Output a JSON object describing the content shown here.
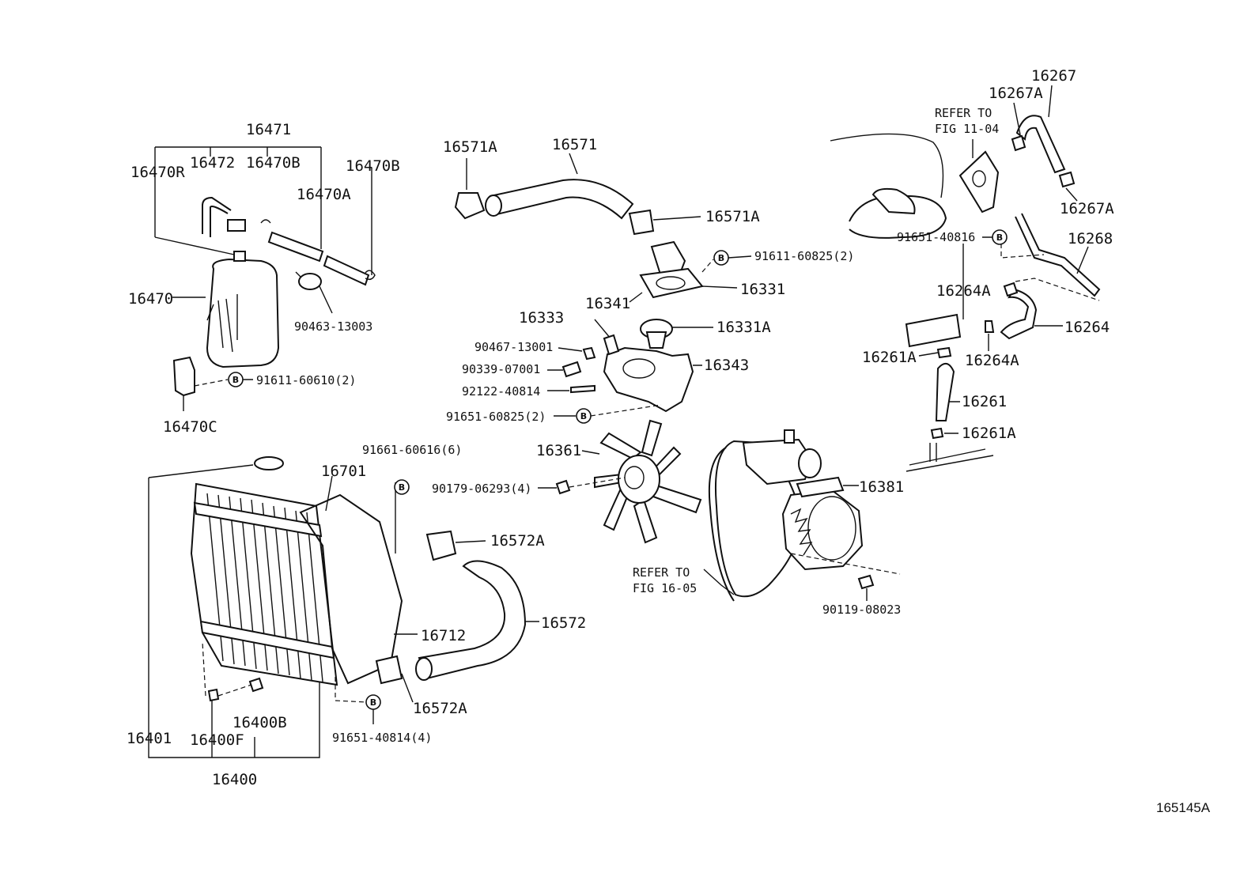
{
  "labels": {
    "l16471": "16471",
    "l16470R": "16470R",
    "l16472": "16472",
    "l16470B_1": "16470B",
    "l16470B_2": "16470B",
    "l16470A": "16470A",
    "l16470": "16470",
    "l90463_13003": "90463-13003",
    "l91611_60610": "91611-60610(2)",
    "l16470C": "16470C",
    "l16571A_1": "16571A",
    "l16571": "16571",
    "l16571A_2": "16571A",
    "l91611_60825": "91611-60825(2)",
    "l16331": "16331",
    "l16341": "16341",
    "l16333": "16333",
    "l16331A": "16331A",
    "l90467_13001": "90467-13001",
    "l90339_07001": "90339-07001",
    "l92122_40814": "92122-40814",
    "l16343": "16343",
    "l91651_60825": "91651-60825(2)",
    "l16361": "16361",
    "l90179_06293": "90179-06293(4)",
    "l_refer_1605_a": "REFER TO",
    "l_refer_1605_b": "FIG 16-05",
    "l16381": "16381",
    "l90119_08023": "90119-08023",
    "l91661_60616": "91661-60616(6)",
    "l16701": "16701",
    "l16572A_1": "16572A",
    "l16572": "16572",
    "l16712": "16712",
    "l16572A_2": "16572A",
    "l91651_40814": "91651-40814(4)",
    "l16401": "16401",
    "l16400F": "16400F",
    "l16400B": "16400B",
    "l16400": "16400",
    "l16267": "16267",
    "l16267A_1": "16267A",
    "l_refer_1104_a": "REFER TO",
    "l_refer_1104_b": "FIG 11-04",
    "l16267A_2": "16267A",
    "l91651_40816": "91651-40816",
    "l16268": "16268",
    "l16264A_1": "16264A",
    "l16264": "16264",
    "l16261A_1": "16261A",
    "l16264A_2": "16264A",
    "l16261": "16261",
    "l16261A_2": "16261A"
  },
  "badge_letter": "B",
  "figure_id": "165145A"
}
